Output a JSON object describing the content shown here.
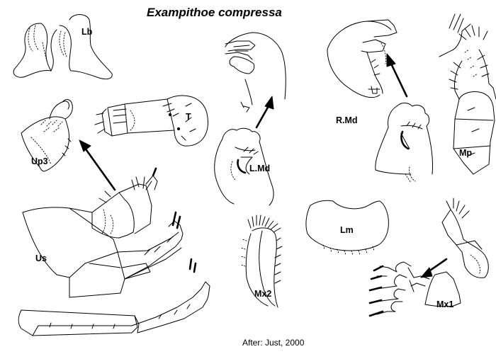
{
  "title": "Exampithoe compressa",
  "credit": "After: Just, 2000",
  "labels": {
    "lb": "Lb",
    "t": "T",
    "up3": "Up3",
    "us": "Us",
    "lmd": "L.Md",
    "rmd": "R.Md",
    "mp": "Mp",
    "lm": "Lm",
    "mx2": "Mx2",
    "mx1": "Mx1"
  }
}
